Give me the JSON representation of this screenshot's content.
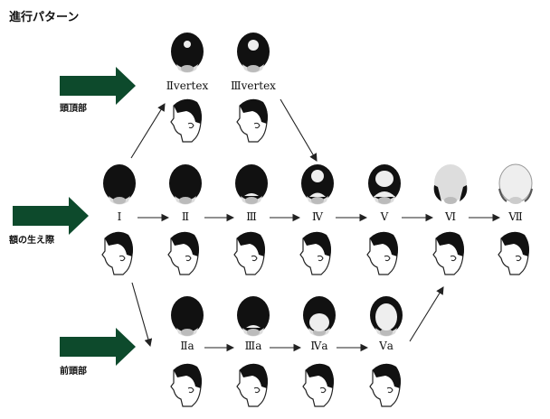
{
  "title": "進行パターン",
  "groups": {
    "vertex": "頭頂部",
    "hairline": "額の生え際",
    "frontal": "前頭部"
  },
  "stages": {
    "vertex": [
      "Ⅱvertex",
      "Ⅲvertex"
    ],
    "main": [
      "Ⅰ",
      "Ⅱ",
      "Ⅲ",
      "Ⅳ",
      "Ⅴ",
      "Ⅵ",
      "Ⅶ"
    ],
    "frontal": [
      "Ⅱa",
      "Ⅲa",
      "Ⅳa",
      "Ⅴa"
    ]
  },
  "colors": {
    "arrow_green": "#0d4a2c",
    "hair": "#111111",
    "line": "#222222"
  }
}
